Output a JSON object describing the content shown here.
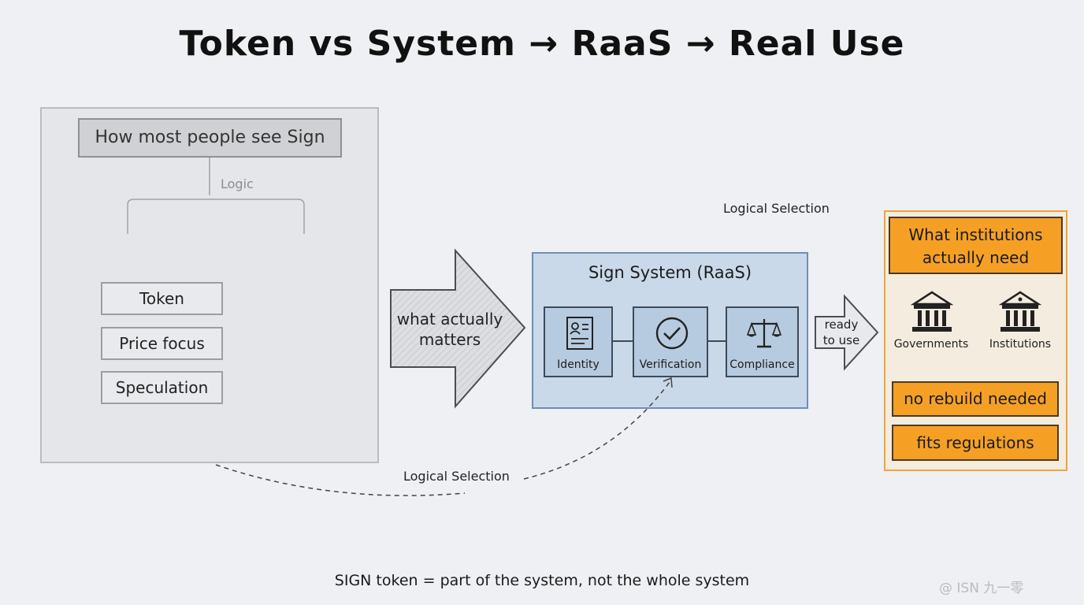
{
  "title": "Token vs System → RaaS → Real Use",
  "left_panel": {
    "heading": "How most people see Sign",
    "logic_label": "Logic",
    "items": [
      "Token",
      "Price focus",
      "Speculation"
    ]
  },
  "arrow_main": {
    "line1": "what actually",
    "line2": "matters"
  },
  "sign_system": {
    "title": "Sign System (RaaS)",
    "components": [
      {
        "label": "Identity",
        "icon": "identity-document-icon"
      },
      {
        "label": "Verification",
        "icon": "checkmark-circle-icon"
      },
      {
        "label": "Compliance",
        "icon": "scales-icon"
      }
    ]
  },
  "arrow_ready": {
    "line1": "ready",
    "line2": "to use"
  },
  "annotations": {
    "top": "Logical Selection",
    "bottom": "Logical Selection"
  },
  "right_panel": {
    "heading_line1": "What institutions",
    "heading_line2": "actually need",
    "entities": [
      {
        "label": "Governments",
        "icon": "government-building-icon"
      },
      {
        "label": "Institutions",
        "icon": "institution-building-icon"
      }
    ],
    "benefits": [
      "no rebuild needed",
      "fits regulations"
    ]
  },
  "footer": "SIGN token = part of the system, not the whole system",
  "watermark": "@ ISN 九一零",
  "colors": {
    "background": "#eef0f3",
    "system_blue": "#c9d9ea",
    "accent_orange": "#f5a025",
    "panel_gray": "#e4e6e9"
  }
}
